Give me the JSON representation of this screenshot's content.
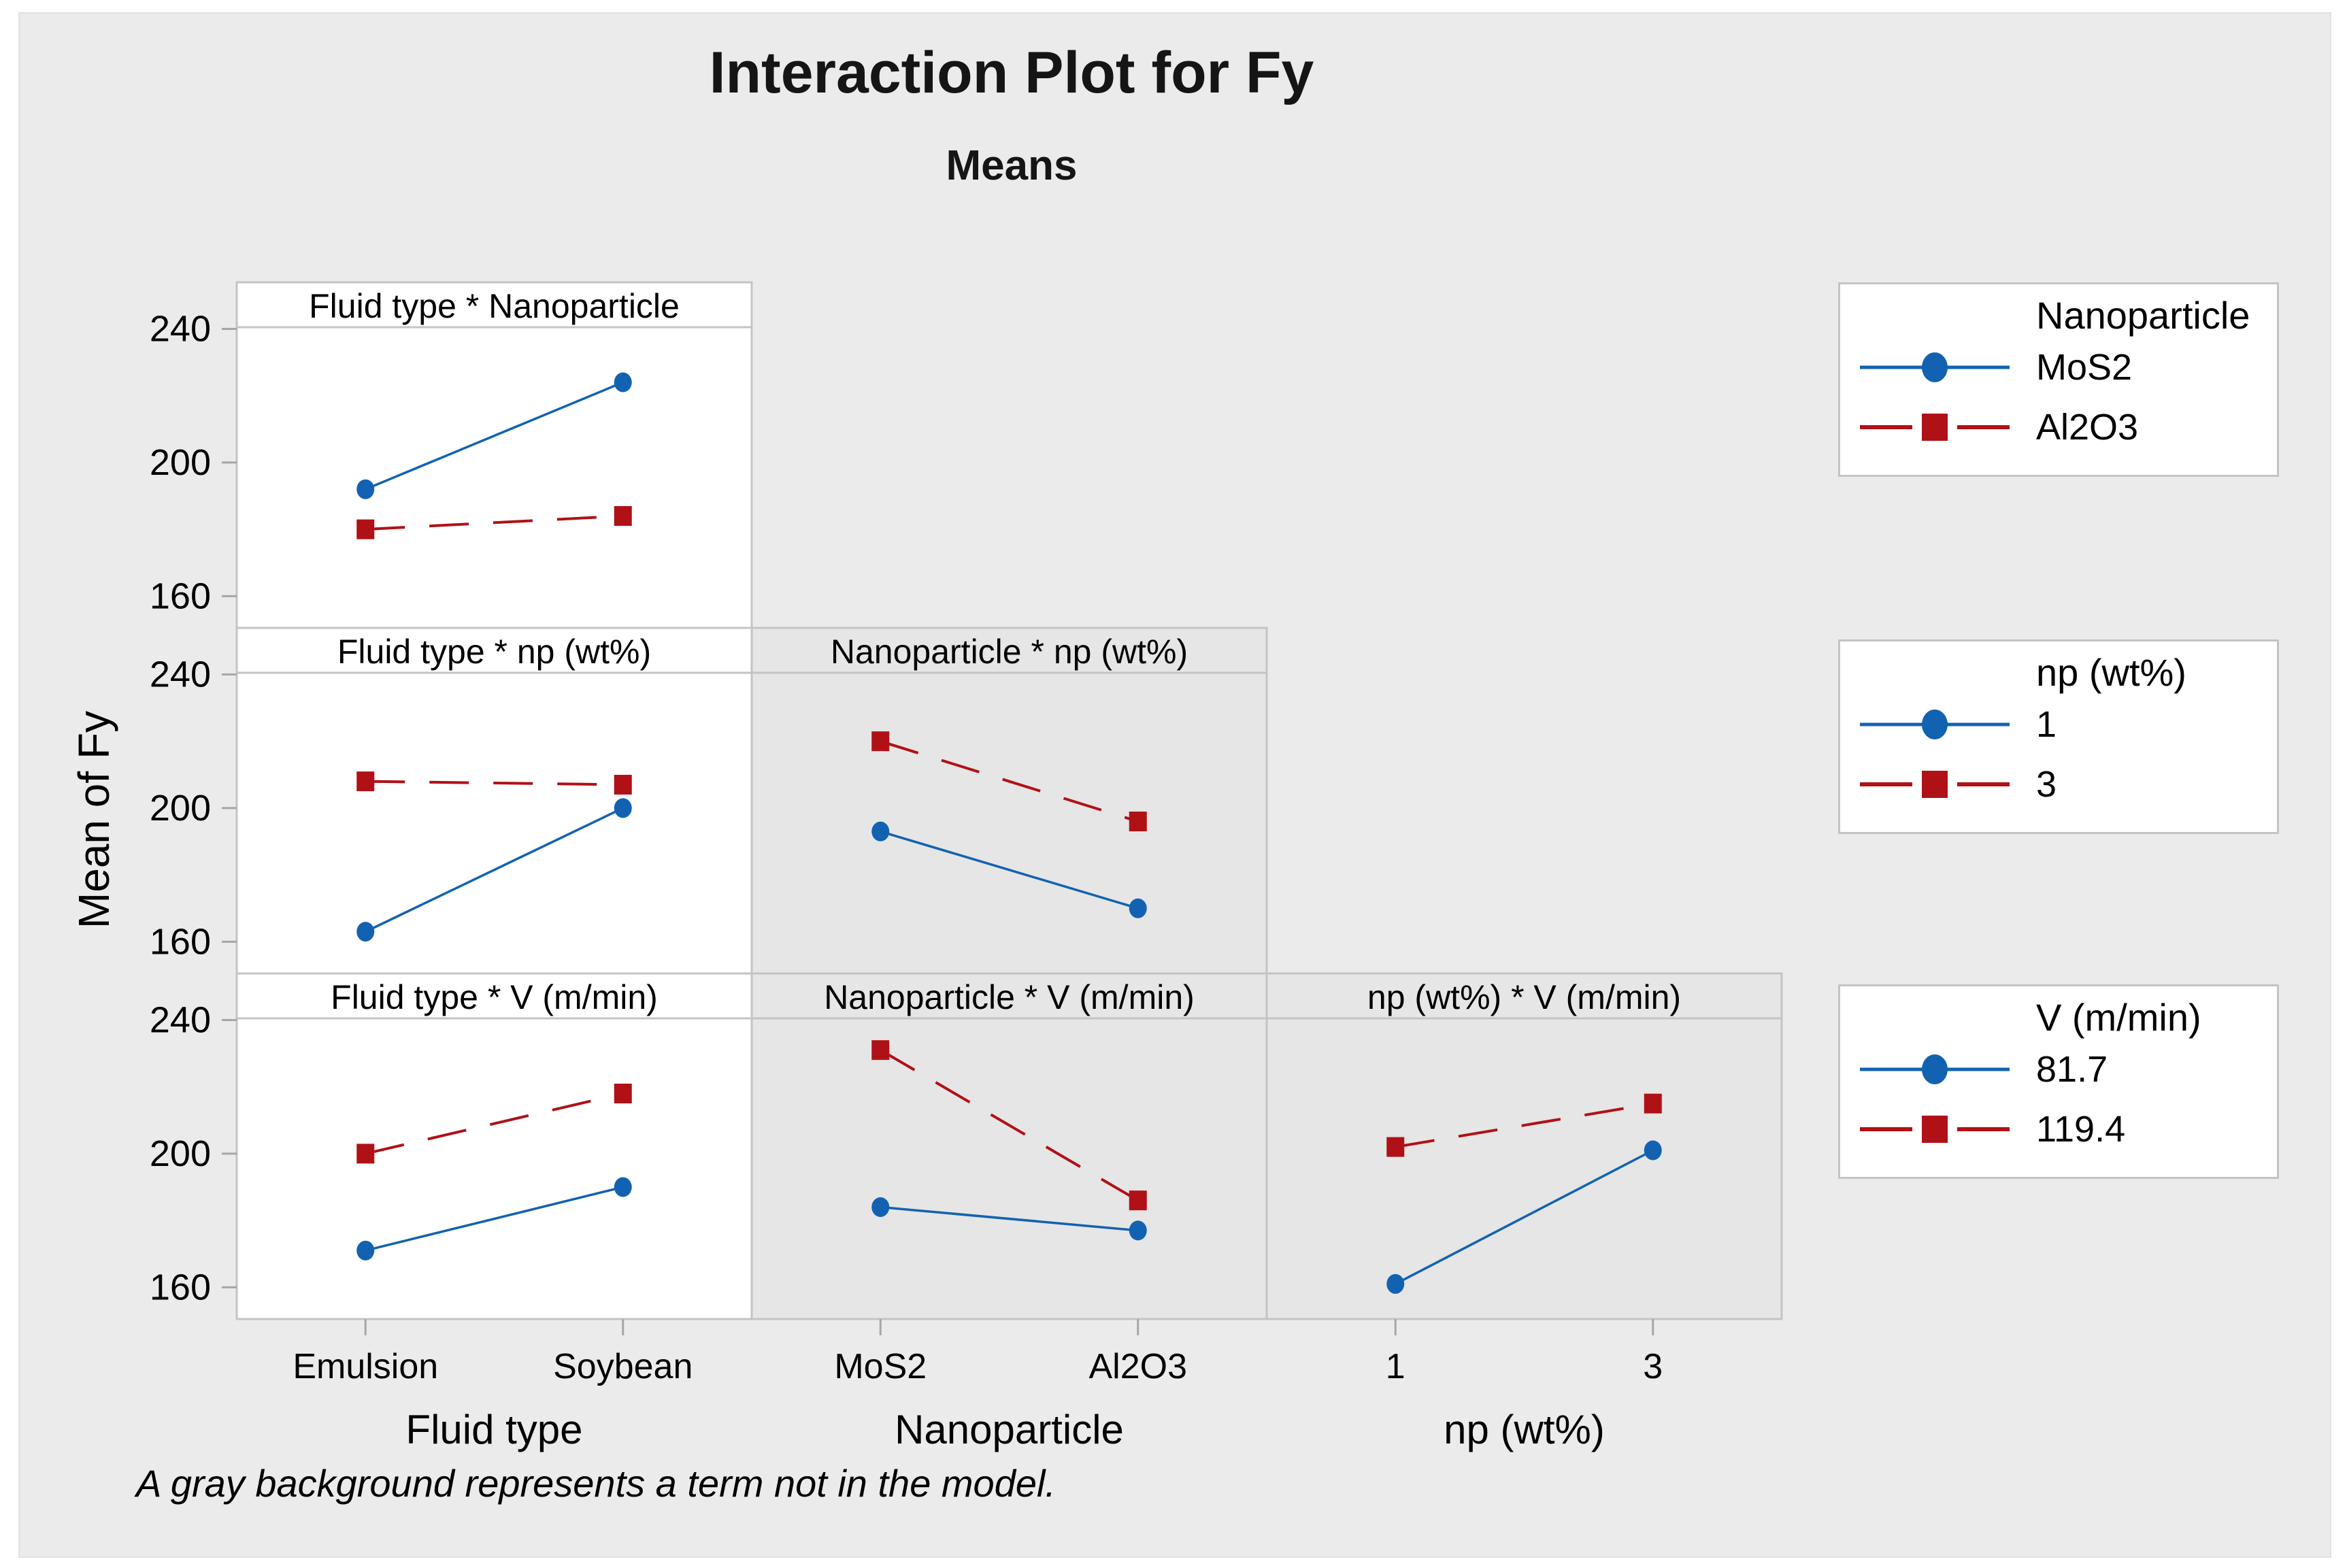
{
  "title": "Interaction Plot for Fy",
  "subtitle": "Means",
  "y_axis": {
    "label": "Mean of Fy",
    "ticks": [
      240,
      200,
      160
    ]
  },
  "footnote": "A gray background represents a term not in the model.",
  "colors": {
    "series_blue": "#1262B1",
    "series_red": "#B01116",
    "figure_bg": "#EBEBEB",
    "panel_white": "#FFFFFF",
    "panel_gray": "#E6E6E6",
    "panel_border": "#C4C4C4",
    "tick": "#A6A6A6",
    "text": "#000000"
  },
  "x_axes": [
    {
      "title": "Fluid type",
      "categories": [
        "Emulsion",
        "Soybean"
      ]
    },
    {
      "title": "Nanoparticle",
      "categories": [
        "MoS2",
        "Al2O3"
      ]
    },
    {
      "title": "np (wt%)",
      "categories": [
        "1",
        "3"
      ]
    }
  ],
  "legends": [
    {
      "title": "Nanoparticle",
      "entries": [
        {
          "label": "MoS2",
          "color": "blue",
          "marker": "circle",
          "line": "solid"
        },
        {
          "label": "Al2O3",
          "color": "red",
          "marker": "square",
          "line": "dashed"
        }
      ]
    },
    {
      "title": "np (wt%)",
      "entries": [
        {
          "label": "1",
          "color": "blue",
          "marker": "circle",
          "line": "solid"
        },
        {
          "label": "3",
          "color": "red",
          "marker": "square",
          "line": "dashed"
        }
      ]
    },
    {
      "title": "V (m/min)",
      "entries": [
        {
          "label": "81.7",
          "color": "blue",
          "marker": "circle",
          "line": "solid"
        },
        {
          "label": "119.4",
          "color": "red",
          "marker": "square",
          "line": "dashed"
        }
      ]
    }
  ],
  "chart_data": {
    "type": "line",
    "title": "Interaction Plot for Fy",
    "subtitle": "Means",
    "ylabel": "Mean of Fy",
    "ylim": [
      150.5,
      240.5
    ],
    "yticks": [
      240,
      200,
      160
    ],
    "grid": false,
    "panels": [
      {
        "row": 0,
        "col": 0,
        "title": "Fluid type * Nanoparticle",
        "in_model": true,
        "categories": [
          "Emulsion",
          "Soybean"
        ],
        "series": [
          {
            "name": "MoS2",
            "color": "blue",
            "marker": "circle",
            "line": "solid",
            "values": [
              192,
              224
            ]
          },
          {
            "name": "Al2O3",
            "color": "red",
            "marker": "square",
            "line": "dashed",
            "values": [
              180,
              184
            ]
          }
        ]
      },
      {
        "row": 1,
        "col": 0,
        "title": "Fluid type * np (wt%)",
        "in_model": true,
        "categories": [
          "Emulsion",
          "Soybean"
        ],
        "series": [
          {
            "name": "1",
            "color": "blue",
            "marker": "circle",
            "line": "solid",
            "values": [
              163,
              200
            ]
          },
          {
            "name": "3",
            "color": "red",
            "marker": "square",
            "line": "dashed",
            "values": [
              208,
              207
            ]
          }
        ]
      },
      {
        "row": 1,
        "col": 1,
        "title": "Nanoparticle * np (wt%)",
        "in_model": false,
        "categories": [
          "MoS2",
          "Al2O3"
        ],
        "series": [
          {
            "name": "1",
            "color": "blue",
            "marker": "circle",
            "line": "solid",
            "values": [
              193,
              170
            ]
          },
          {
            "name": "3",
            "color": "red",
            "marker": "square",
            "line": "dashed",
            "values": [
              220,
              196
            ]
          }
        ]
      },
      {
        "row": 2,
        "col": 0,
        "title": "Fluid type * V (m/min)",
        "in_model": true,
        "categories": [
          "Emulsion",
          "Soybean"
        ],
        "series": [
          {
            "name": "81.7",
            "color": "blue",
            "marker": "circle",
            "line": "solid",
            "values": [
              171,
              190
            ]
          },
          {
            "name": "119.4",
            "color": "red",
            "marker": "square",
            "line": "dashed",
            "values": [
              200,
              218
            ]
          }
        ]
      },
      {
        "row": 2,
        "col": 1,
        "title": "Nanoparticle * V (m/min)",
        "in_model": false,
        "categories": [
          "MoS2",
          "Al2O3"
        ],
        "series": [
          {
            "name": "81.7",
            "color": "blue",
            "marker": "circle",
            "line": "solid",
            "values": [
              184,
              177
            ]
          },
          {
            "name": "119.4",
            "color": "red",
            "marker": "square",
            "line": "dashed",
            "values": [
              231,
              186
            ]
          }
        ]
      },
      {
        "row": 2,
        "col": 2,
        "title": "np (wt%) * V (m/min)",
        "in_model": false,
        "categories": [
          "1",
          "3"
        ],
        "series": [
          {
            "name": "81.7",
            "color": "blue",
            "marker": "circle",
            "line": "solid",
            "values": [
              161,
              201
            ]
          },
          {
            "name": "119.4",
            "color": "red",
            "marker": "square",
            "line": "dashed",
            "values": [
              202,
              215
            ]
          }
        ]
      }
    ]
  }
}
